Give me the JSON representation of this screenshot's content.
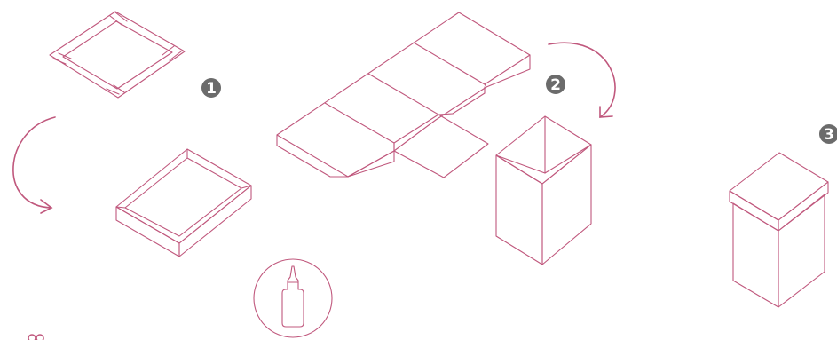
{
  "colors": {
    "line": "#c0587d",
    "badge": "#6b6b6b",
    "badge_text": "#ffffff",
    "background": "#ffffff"
  },
  "steps": [
    {
      "label": "1"
    },
    {
      "label": "2"
    },
    {
      "label": "3"
    }
  ],
  "icons": {
    "glue": "glue-bottle-icon",
    "arrow": "curved-arrow-icon"
  }
}
